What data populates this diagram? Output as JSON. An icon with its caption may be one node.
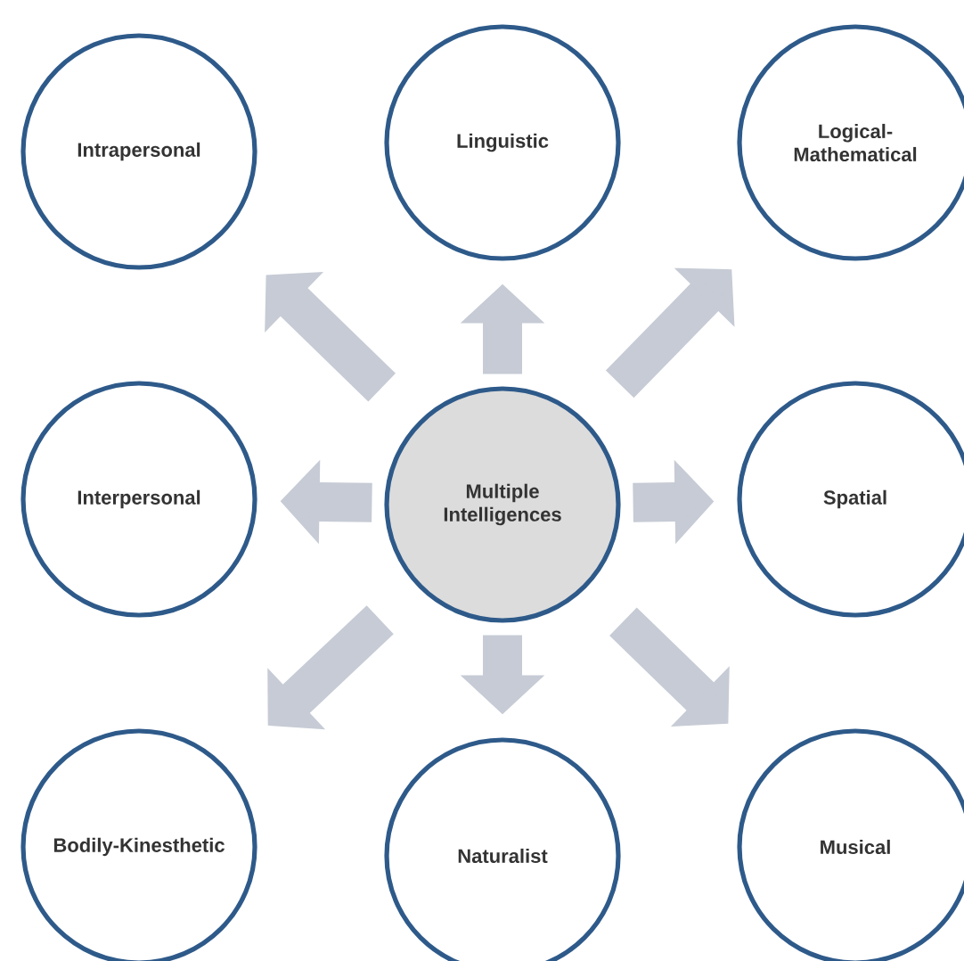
{
  "diagram": {
    "nodes": [
      {
        "text": [
          "Intrapersonal"
        ]
      },
      {
        "text": [
          "Linguistic"
        ]
      },
      {
        "text": [
          "Logical-Mathematical"
        ]
      },
      {
        "text": [
          "Interpersonal"
        ]
      },
      {
        "text": [
          "Multiple Intelligences"
        ]
      },
      {
        "text": [
          "Spatial"
        ]
      },
      {
        "text": [
          "Bodily-Kinesthetic"
        ]
      },
      {
        "text": [
          "Naturalist"
        ]
      },
      {
        "text": [
          "Musical"
        ]
      }
    ],
    "edges": [
      {
        "from": 4,
        "to": 0,
        "arrow": "to"
      },
      {
        "from": 4,
        "to": 1,
        "arrow": "to"
      },
      {
        "from": 4,
        "to": 2,
        "arrow": "to"
      },
      {
        "from": 4,
        "to": 3,
        "arrow": "to"
      },
      {
        "from": 4,
        "to": 5,
        "arrow": "to"
      },
      {
        "from": 4,
        "to": 6,
        "arrow": "to"
      },
      {
        "from": 4,
        "to": 7,
        "arrow": "to"
      },
      {
        "from": 4,
        "to": 8,
        "arrow": "to"
      }
    ]
  }
}
